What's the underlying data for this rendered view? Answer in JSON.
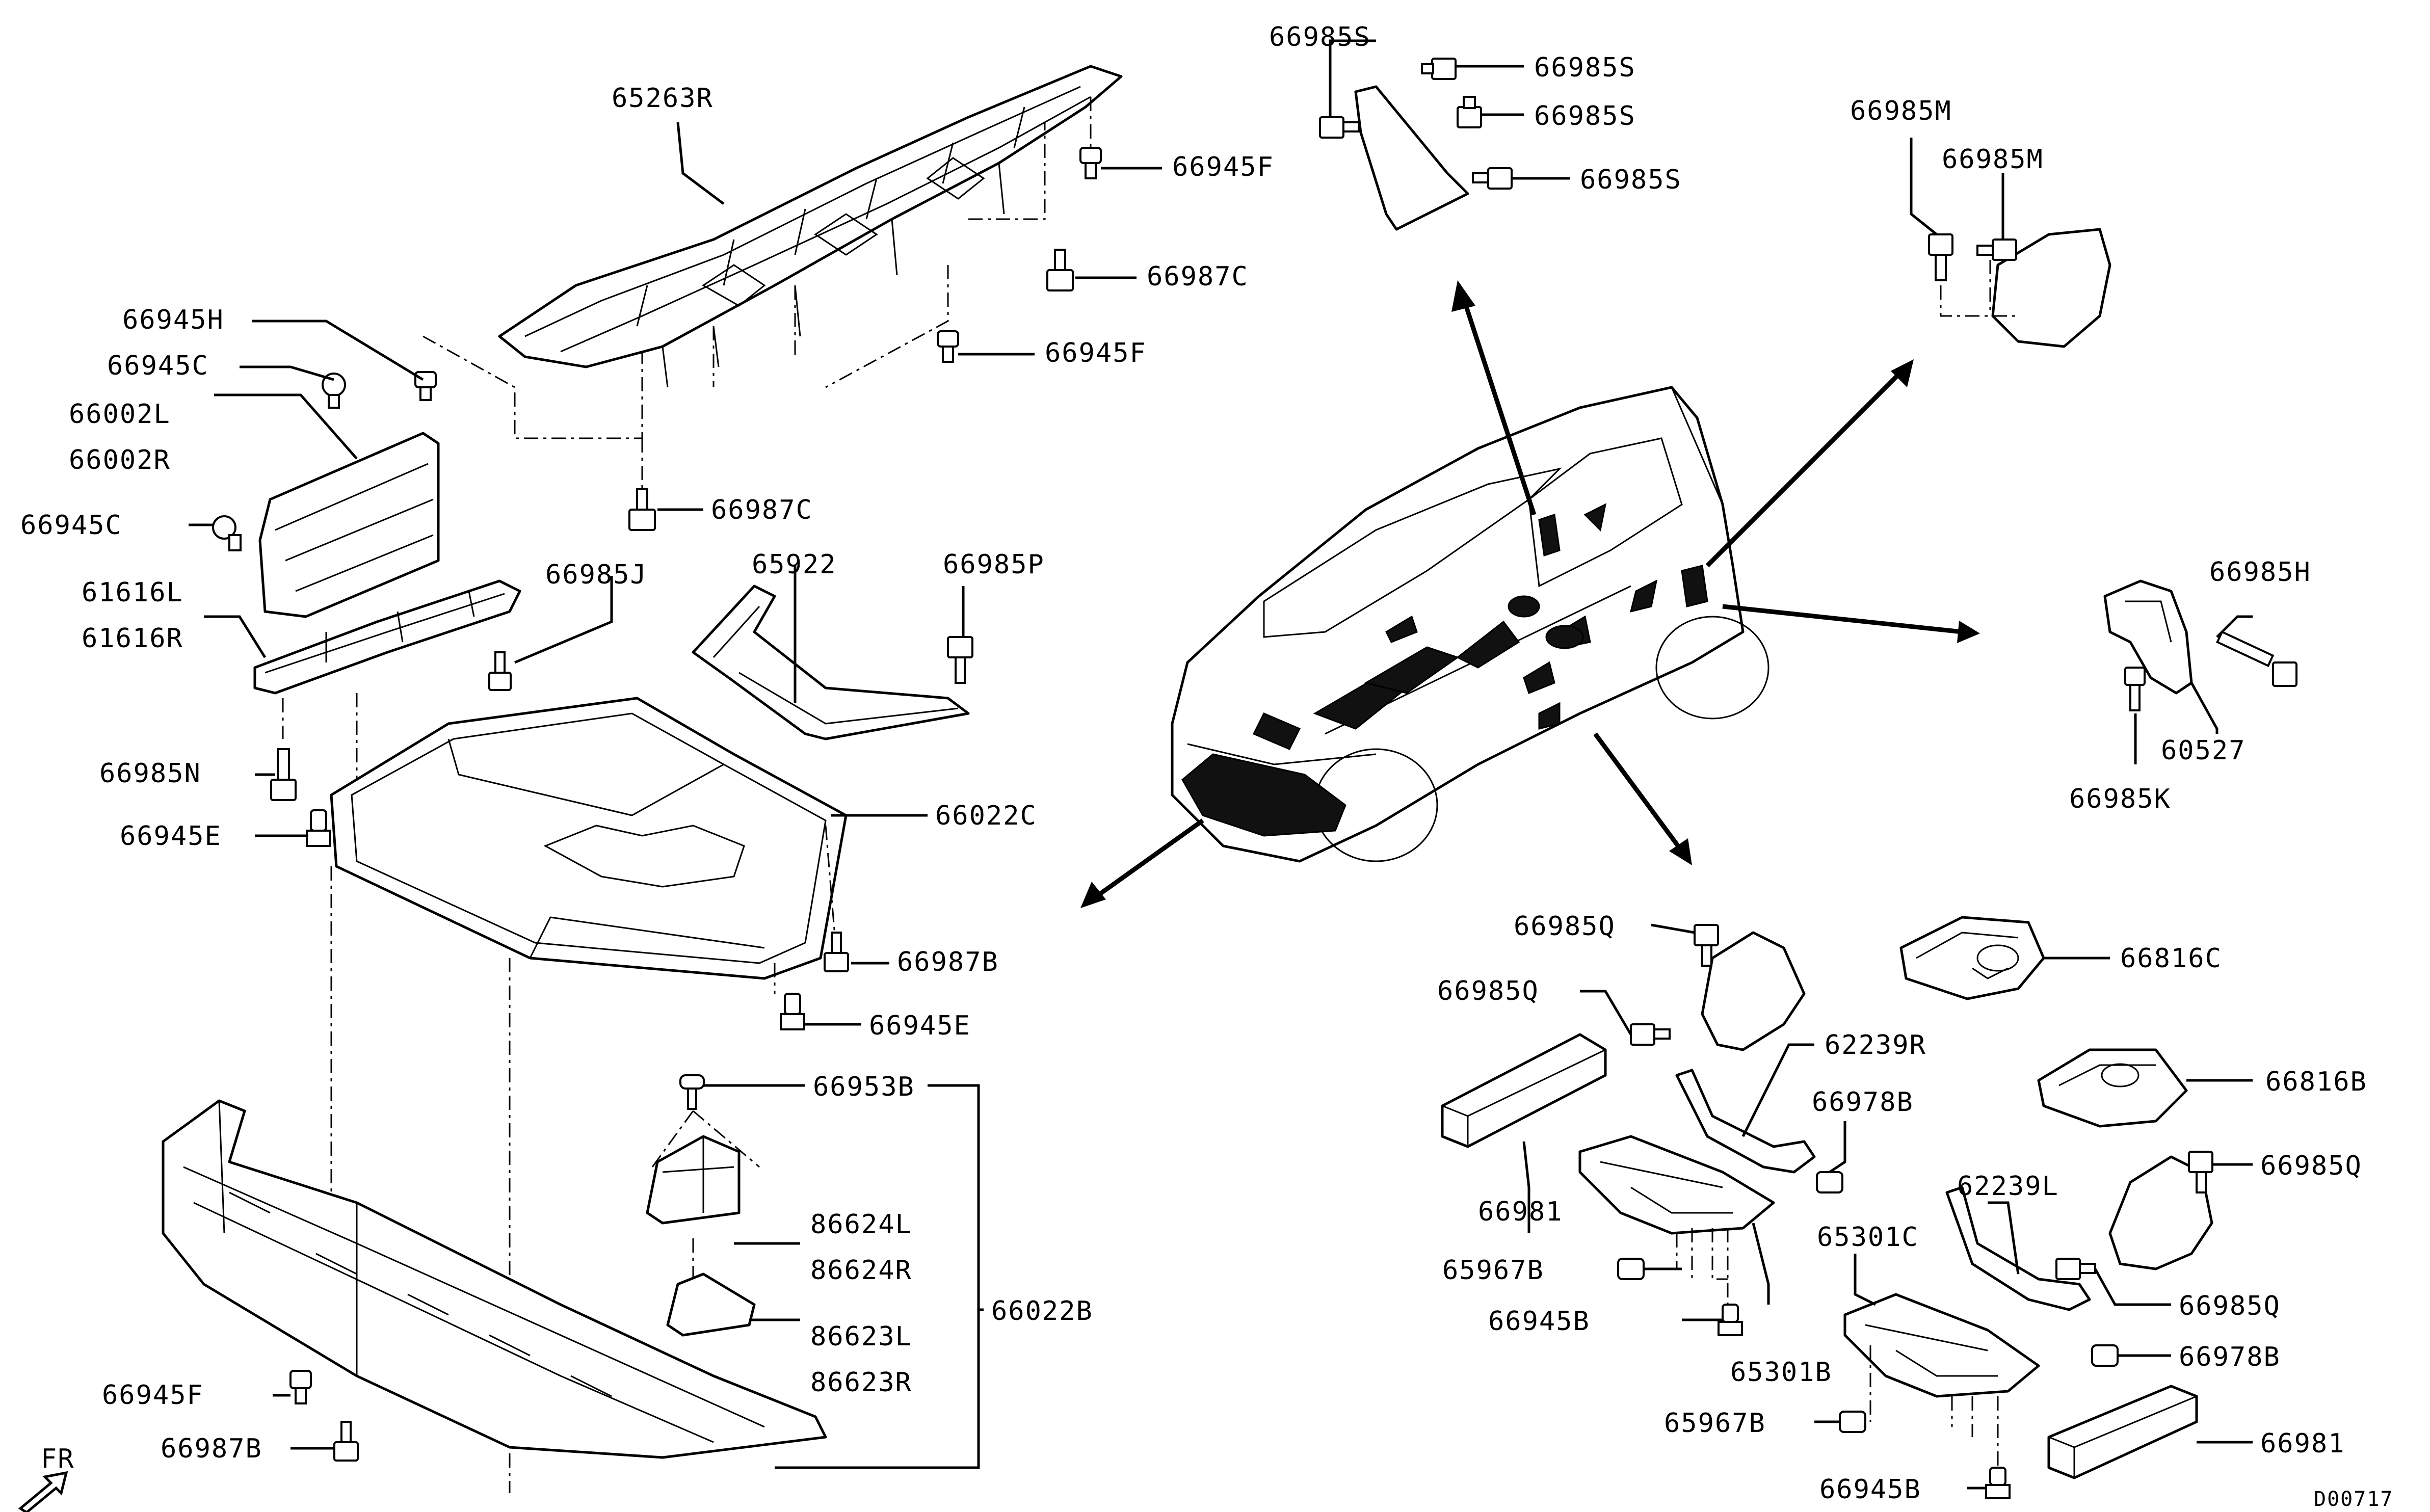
{
  "labels": {
    "l_65263R": "65263R",
    "l_66945F_a": "66945F",
    "l_66987C_a": "66987C",
    "l_66945F_b": "66945F",
    "l_66945H": "66945H",
    "l_66945C_a": "66945C",
    "l_66002L": "66002L",
    "l_66002R": "66002R",
    "l_66945C_b": "66945C",
    "l_66987C_b": "66987C",
    "l_61616L": "61616L",
    "l_61616R": "61616R",
    "l_66985J": "66985J",
    "l_65922": "65922",
    "l_66985P": "66985P",
    "l_66985N": "66985N",
    "l_66945E_a": "66945E",
    "l_66022C": "66022C",
    "l_66987B_a": "66987B",
    "l_66945E_b": "66945E",
    "l_66953B": "66953B",
    "l_86624L": "86624L",
    "l_86624R": "86624R",
    "l_66022B": "66022B",
    "l_86623L": "86623L",
    "l_86623R": "86623R",
    "l_66945F_c": "66945F",
    "l_66987B_b": "66987B",
    "l_FR": "FR",
    "l_66985S_a": "66985S",
    "l_66985S_b": "66985S",
    "l_66985S_c": "66985S",
    "l_66985S_d": "66985S",
    "l_66985M_a": "66985M",
    "l_66985M_b": "66985M",
    "l_66985H": "66985H",
    "l_60527": "60527",
    "l_66985K": "66985K",
    "l_66985Q_a": "66985Q",
    "l_66985Q_b": "66985Q",
    "l_66816C": "66816C",
    "l_62239R": "62239R",
    "l_66816B": "66816B",
    "l_66978B_a": "66978B",
    "l_66981_a": "66981",
    "l_65967B_a": "65967B",
    "l_66945B_a": "66945B",
    "l_65301B": "65301B",
    "l_62239L": "62239L",
    "l_66985Q_c": "66985Q",
    "l_65301C": "65301C",
    "l_66985Q_d": "66985Q",
    "l_66978B_b": "66978B",
    "l_65967B_b": "65967B",
    "l_66981_b": "66981",
    "l_66945B_b": "66945B",
    "l_D00717": "D00717"
  }
}
